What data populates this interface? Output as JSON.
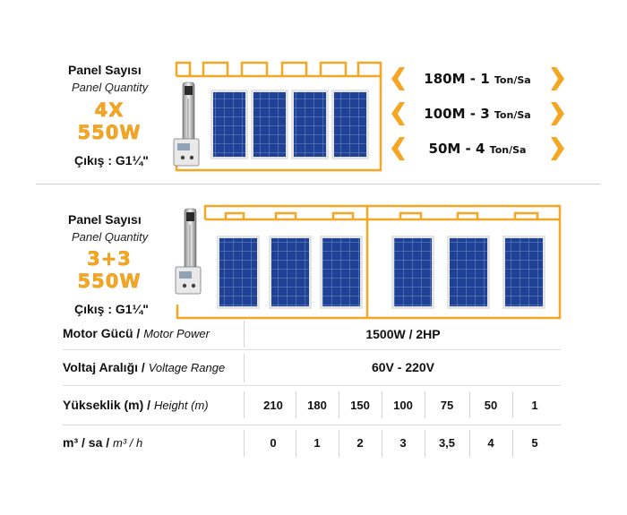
{
  "colors": {
    "accent": "#f5a623",
    "panel_blue": "#1d3f8f",
    "frame": "#e6e6e6"
  },
  "config1": {
    "label_tr": "Panel Sayısı",
    "label_en": "Panel Quantity",
    "qty": "4X",
    "watt": "550W",
    "outlet": "Çıkış : G1¼\"",
    "banners": [
      {
        "main": "180M - 1",
        "unit": "Ton/Sa"
      },
      {
        "main": "100M - 3",
        "unit": "Ton/Sa"
      },
      {
        "main": "50M - 4",
        "unit": "Ton/Sa"
      }
    ]
  },
  "config2": {
    "label_tr": "Panel Sayısı",
    "label_en": "Panel Quantity",
    "qty": "3+3",
    "watt": "550W",
    "outlet": "Çıkış : G1¼\""
  },
  "specs": {
    "motor": {
      "label_tr": "Motor Gücü /",
      "label_en": "Motor Power",
      "value": "1500W / 2HP"
    },
    "voltage": {
      "label_tr": "Voltaj Aralığı /",
      "label_en": "Voltage Range",
      "value": "60V - 220V"
    },
    "height": {
      "label_tr": "Yükseklik (m) /",
      "label_en": "Height (m)",
      "values": [
        "210",
        "180",
        "150",
        "100",
        "75",
        "50",
        "1"
      ]
    },
    "flow": {
      "label_tr": "m³ / sa /",
      "label_en": "m³ / h",
      "values": [
        "0",
        "1",
        "2",
        "3",
        "3,5",
        "4",
        "5"
      ]
    }
  }
}
